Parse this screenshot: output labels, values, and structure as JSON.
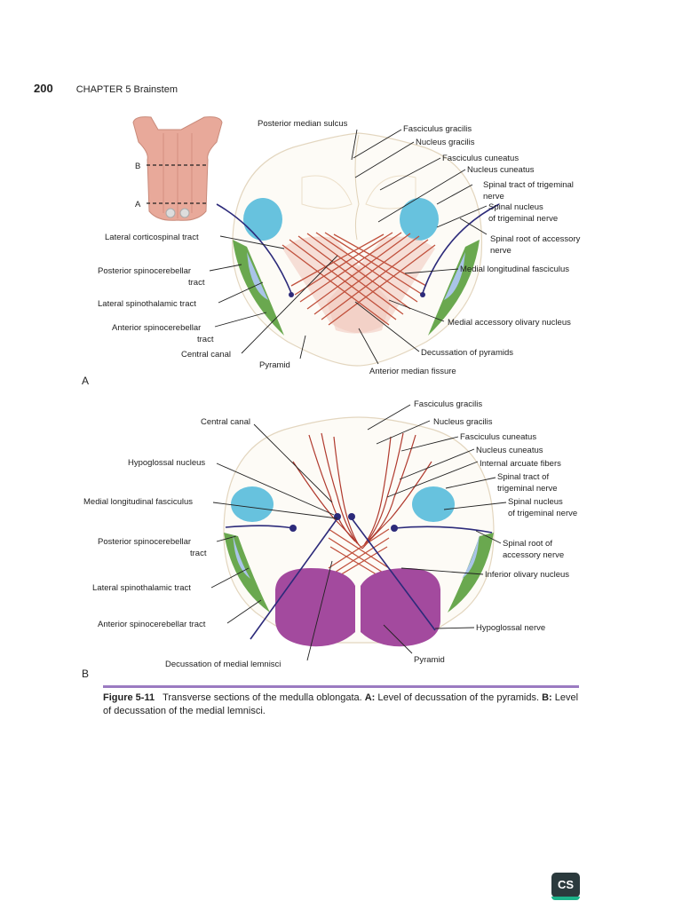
{
  "header": {
    "page_number": "200",
    "chapter": "CHAPTER 5 Brainstem"
  },
  "figure_a": {
    "panel_label": "A",
    "level_markers": {
      "b": "B",
      "a": "A"
    },
    "labels": {
      "posterior_median_sulcus": "Posterior median sulcus",
      "fasciculus_gracilis": "Fasciculus gracilis",
      "nucleus_gracilis": "Nucleus gracilis",
      "fasciculus_cuneatus": "Fasciculus cuneatus",
      "nucleus_cuneatus": "Nucleus cuneatus",
      "spinal_tract_trigeminal_1": "Spinal tract of trigeminal",
      "spinal_tract_trigeminal_2": "nerve",
      "spinal_nucleus_1": "Spinal nucleus",
      "spinal_nucleus_2": "of trigeminal nerve",
      "lateral_corticospinal": "Lateral corticospinal tract",
      "spinal_root_accessory_1": "Spinal root of accessory",
      "spinal_root_accessory_2": "nerve",
      "posterior_spinocerebellar_1": "Posterior spinocerebellar",
      "posterior_spinocerebellar_2": "tract",
      "medial_longitudinal": "Medial longitudinal fasciculus",
      "lateral_spinothalamic": "Lateral spinothalamic tract",
      "anterior_spinocerebellar_1": "Anterior spinocerebellar",
      "anterior_spinocerebellar_2": "tract",
      "medial_accessory_olivary": "Medial accessory olivary nucleus",
      "central_canal": "Central canal",
      "decussation_pyramids": "Decussation of pyramids",
      "pyramid": "Pyramid",
      "anterior_median_fissure": "Anterior median fissure"
    }
  },
  "figure_b": {
    "panel_label": "B",
    "labels": {
      "fasciculus_gracilis": "Fasciculus gracilis",
      "central_canal": "Central canal",
      "nucleus_gracilis": "Nucleus gracilis",
      "fasciculus_cuneatus": "Fasciculus cuneatus",
      "hypoglossal_nucleus": "Hypoglossal nucleus",
      "nucleus_cuneatus": "Nucleus cuneatus",
      "internal_arcuate": "Internal arcuate fibers",
      "spinal_tract_trigeminal_1": "Spinal tract of",
      "spinal_tract_trigeminal_2": "trigeminal nerve",
      "medial_longitudinal": "Medial longitudinal fasciculus",
      "spinal_nucleus_1": "Spinal nucleus",
      "spinal_nucleus_2": "of trigeminal nerve",
      "posterior_spinocerebellar_1": "Posterior spinocerebellar",
      "posterior_spinocerebellar_2": "tract",
      "spinal_root_accessory_1": "Spinal root of",
      "spinal_root_accessory_2": "accessory nerve",
      "inferior_olivary": "Inferior olivary nucleus",
      "lateral_spinothalamic": "Lateral spinothalamic tract",
      "anterior_spinocerebellar": "Anterior spinocerebellar tract",
      "hypoglossal_nerve": "Hypoglossal nerve",
      "pyramid": "Pyramid",
      "decussation_medial_lemnisci": "Decussation of medial lemnisci"
    }
  },
  "caption": {
    "figure_number": "Figure 5-11",
    "text": "Transverse sections of the medulla oblongata.",
    "a_label": "A:",
    "a_text": "Level of decussation of the pyramids.",
    "b_label": "B:",
    "b_text": "Level of decussation of the medial lemnisci."
  },
  "colors": {
    "pyramid_a": "#c0503c",
    "pyramid_b": "#a34a9e",
    "tract_green": "#6aa84f",
    "tract_blue": "#a9c4e8",
    "nucleus_cyan": "#67c2de",
    "outline": "#d9c9ae",
    "fibers": "#b03a2e",
    "caption_rule": "#9b7bc1"
  },
  "logo": {
    "text": "CS"
  }
}
